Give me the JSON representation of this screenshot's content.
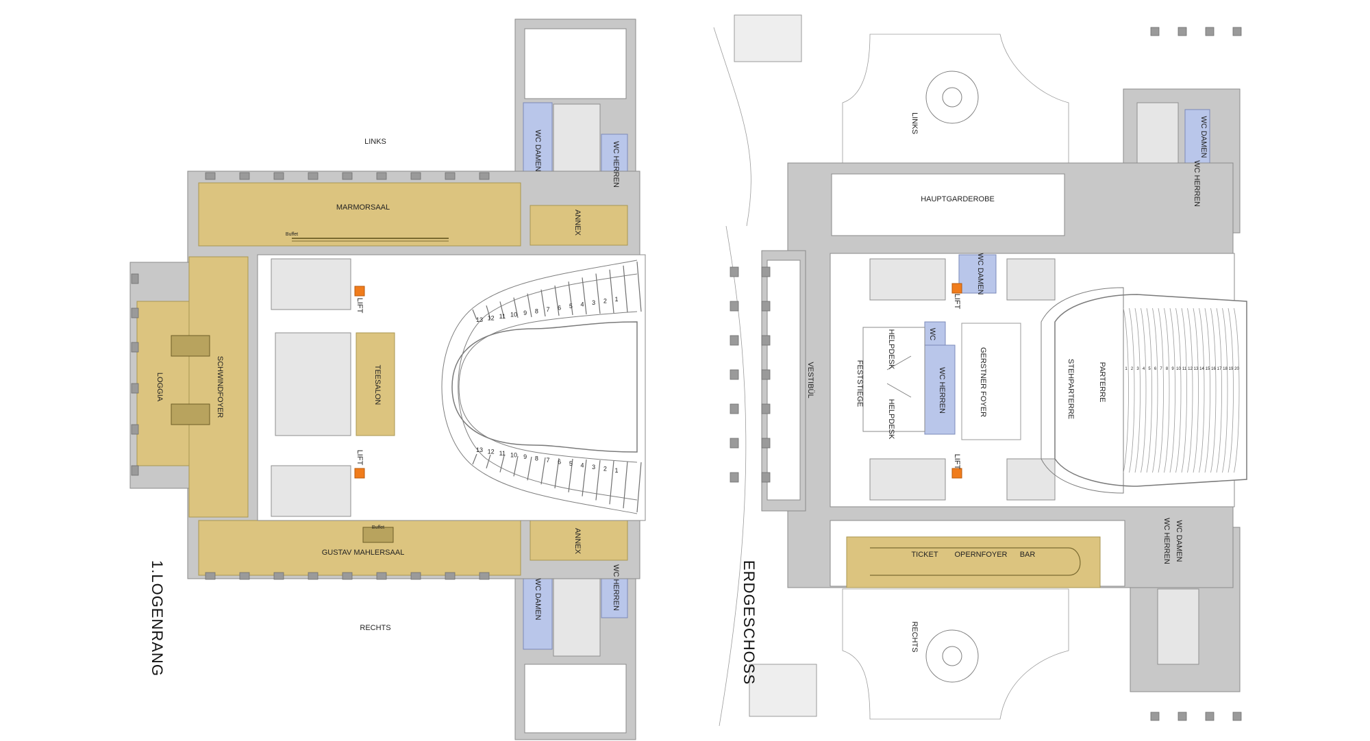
{
  "plans": {
    "left": {
      "title": "1.LOGENRANG",
      "orientation_top": "LINKS",
      "orientation_bottom": "RECHTS",
      "rooms": {
        "marmorsaal": "MARMORSAAL",
        "gustav_mahlersaal": "GUSTAV MAHLERSAAL",
        "schwindfoyer": "SCHWINDFOYER",
        "loggia": "LOGGIA",
        "teesalon": "TEESALON",
        "annex_top": "ANNEX",
        "annex_bottom": "ANNEX",
        "wc_damen_top": "WC DAMEN",
        "wc_herren_top": "WC HERREN",
        "wc_damen_bottom": "WC DAMEN",
        "wc_herren_bottom": "WC HERREN",
        "lift_top": "LIFT",
        "lift_bottom": "LIFT",
        "buffet": "Buffet"
      },
      "box_numbers_top": [
        "1",
        "2",
        "3",
        "4",
        "5",
        "6",
        "7",
        "8",
        "9",
        "10",
        "11",
        "12",
        "13"
      ],
      "box_numbers_bottom": [
        "1",
        "2",
        "3",
        "4",
        "5",
        "6",
        "7",
        "8",
        "9",
        "10",
        "11",
        "12",
        "13"
      ]
    },
    "right": {
      "title": "ERDGESCHOSS",
      "orientation_top": "LINKS",
      "orientation_bottom": "RECHTS",
      "rooms": {
        "hauptgarderobe": "HAUPTGARDEROBE",
        "vestibuel": "VESTIBÜL",
        "feststiege": "FESTSTIEGE",
        "helpdesk_top": "HELPDESK",
        "helpdesk_bottom": "HELPDESK",
        "gerstner_foyer": "GERSTNER FOYER",
        "stehparterre": "STEHPARTERRE",
        "parterre": "PARTERRE",
        "ticket": "TICKET",
        "opernfoyer": "OPERNFOYER",
        "bar": "BAR",
        "wc_damen_top": "WC DAMEN",
        "wc_herren_top": "WC HERREN",
        "wc_damen_mid": "WC DAMEN",
        "wc_herren_mid": "WC HERREN",
        "wc_damen_bottom": "WC DAMEN",
        "wc_herren_bottom": "WC HERREN",
        "wc_small": "WC",
        "lift_top": "LIFT",
        "lift_bottom": "LIFT"
      },
      "row_numbers": [
        "1",
        "2",
        "3",
        "4",
        "5",
        "6",
        "7",
        "8",
        "9",
        "10",
        "11",
        "12",
        "13",
        "14",
        "15",
        "16",
        "17",
        "18",
        "19",
        "20"
      ]
    }
  },
  "colors": {
    "gold_room": "#dcc47f",
    "wc_room": "#b9c6ea",
    "lift": "#f07c1c",
    "wall": "#c8c8c8"
  }
}
